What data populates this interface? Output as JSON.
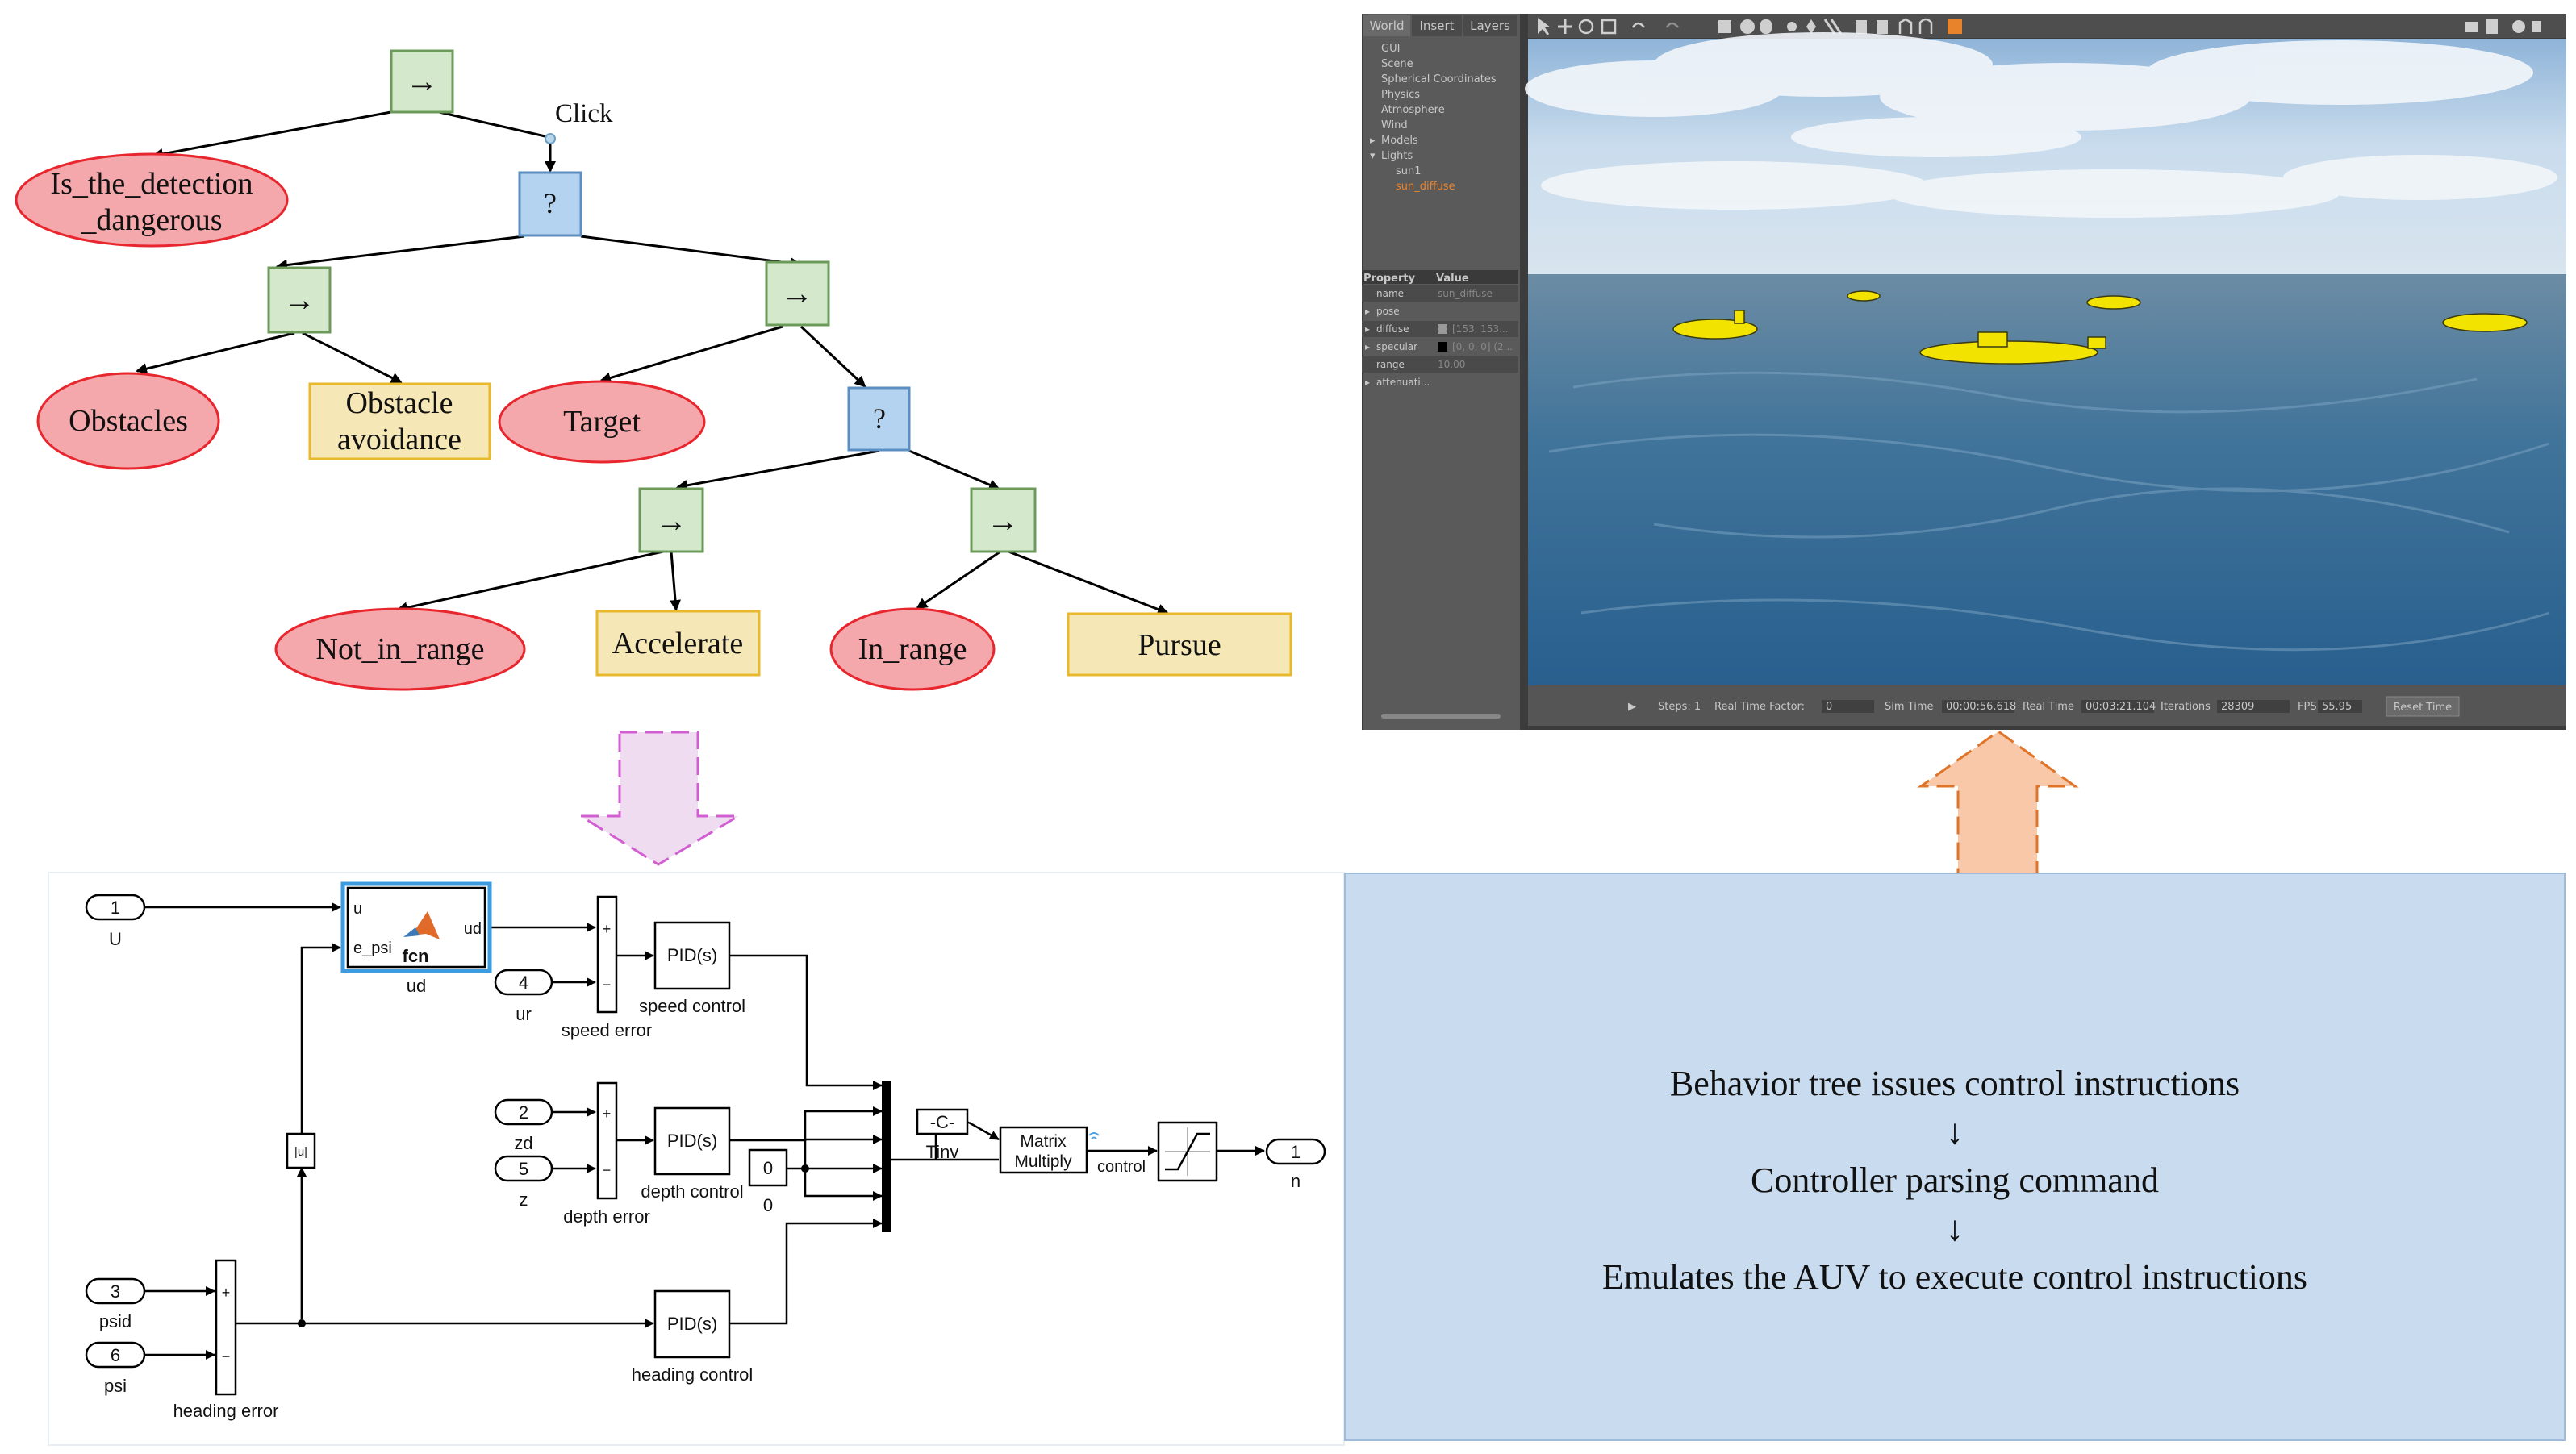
{
  "behavior_tree": {
    "click_label": "Click",
    "sequence_symbol": "→",
    "fallback_symbol": "?",
    "nodes": {
      "condition_dangerous": "Is_the_detection _dangerous",
      "condition_dangerous_line1": "Is_the_detection",
      "condition_dangerous_line2": "_dangerous",
      "condition_obstacles": "Obstacles",
      "action_obstacle_avoidance_line1": "Obstacle",
      "action_obstacle_avoidance_line2": "avoidance",
      "condition_target": "Target",
      "condition_not_in_range": "Not_in_range",
      "action_accelerate": "Accelerate",
      "condition_in_range": "In_range",
      "action_pursue": "Pursue"
    }
  },
  "simulink": {
    "inports": [
      {
        "num": "1",
        "label": "U"
      },
      {
        "num": "4",
        "label": "ur"
      },
      {
        "num": "2",
        "label": "zd"
      },
      {
        "num": "5",
        "label": "z"
      },
      {
        "num": "3",
        "label": "psid"
      },
      {
        "num": "6",
        "label": "psi"
      }
    ],
    "fcn_block": {
      "in1": "u",
      "in2": "e_psi",
      "out": "ud",
      "body": "fcn",
      "name": "ud"
    },
    "abs_block": "|u|",
    "sum_labels": {
      "speed": "speed error",
      "depth": "depth error",
      "heading": "heading error"
    },
    "pid_label": "PID(s)",
    "pid_names": {
      "speed": "speed control",
      "depth": "depth control",
      "heading": "heading control"
    },
    "constant": {
      "value": "0",
      "name": "0"
    },
    "gain": {
      "value": "-C-",
      "name": "Tinv"
    },
    "matrix_multiply": {
      "line1": "Matrix",
      "line2": "Multiply"
    },
    "control_label": "control",
    "outport": {
      "num": "1",
      "label": "n"
    },
    "plus": "+",
    "minus": "−"
  },
  "gazebo": {
    "tabs": [
      "World",
      "Insert",
      "Layers"
    ],
    "tree_items": [
      "GUI",
      "Scene",
      "Spherical Coordinates",
      "Physics",
      "Atmosphere",
      "Wind",
      "Models",
      "Lights",
      "sun1",
      "sun_diffuse"
    ],
    "property_header": {
      "col1": "Property",
      "col2": "Value"
    },
    "properties": [
      {
        "name": "name",
        "value": "sun_diffuse"
      },
      {
        "name": "pose",
        "value": ""
      },
      {
        "name": "diffuse",
        "value": "[153, 153..."
      },
      {
        "name": "specular",
        "value": "[0, 0, 0] (2..."
      },
      {
        "name": "range",
        "value": "10.00"
      },
      {
        "name": "attenuati...",
        "value": ""
      }
    ],
    "status": {
      "steps": "Steps: 1",
      "rtf_label": "Real Time Factor:",
      "rtf_value": "0",
      "sim_time_label": "Sim Time",
      "sim_time_value": "00:00:56.618",
      "real_time_label": "Real Time",
      "real_time_value": "00:03:21.104",
      "iterations_label": "Iterations",
      "iterations_value": "28309",
      "fps_label": "FPS",
      "fps_value": "55.95",
      "reset": "Reset Time"
    }
  },
  "description": {
    "line1": "Behavior tree issues control instructions",
    "line2": "Controller parsing command",
    "line3": "Emulates the AUV to execute control instructions",
    "arrow": "↓"
  },
  "colors": {
    "condition_fill": "#f4a8ac",
    "condition_stroke": "#e8262e",
    "action_fill": "#f6e7b6",
    "action_stroke": "#e8b92c",
    "sequence_fill": "#d4e8cc",
    "sequence_stroke": "#6c9a5a",
    "fallback_fill": "#b4d3f0",
    "fallback_stroke": "#5b8ec2",
    "down_arrow_fill": "#f0dcf0",
    "down_arrow_stroke": "#d25fd2",
    "up_arrow_fill": "#f8c8a8",
    "up_arrow_stroke": "#e07428",
    "desc_fill": "#c9dcef"
  }
}
